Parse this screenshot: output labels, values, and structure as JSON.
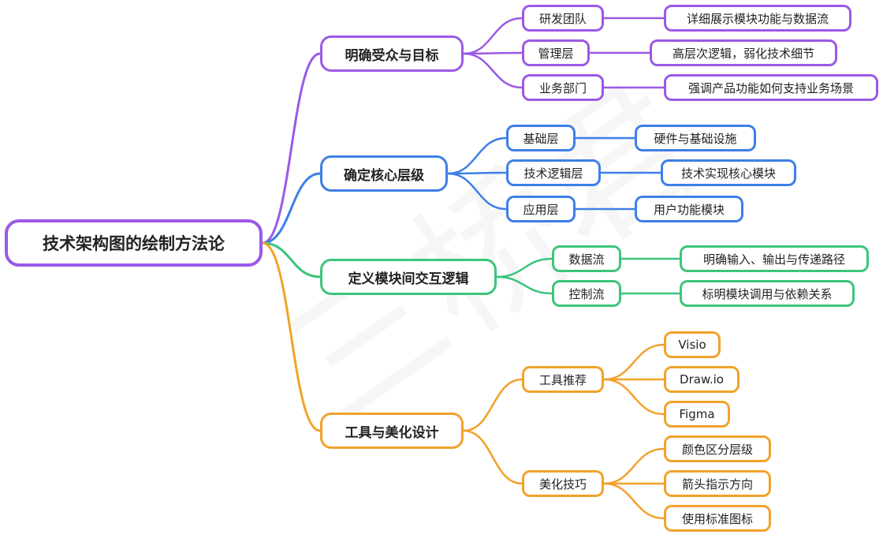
{
  "colors": {
    "root": "#9b59e6",
    "b1": "#9b59e6",
    "b2": "#3d7fe6",
    "b3": "#3cc47c",
    "b4": "#f2a22b"
  },
  "root": "技术架构图的绘制方法论",
  "branches": [
    {
      "label": "明确受众与目标",
      "children": [
        {
          "label": "研发团队",
          "children": [
            "详细展示模块功能与数据流"
          ]
        },
        {
          "label": "管理层",
          "children": [
            "高层次逻辑，弱化技术细节"
          ]
        },
        {
          "label": "业务部门",
          "children": [
            "强调产品功能如何支持业务场景"
          ]
        }
      ]
    },
    {
      "label": "确定核心层级",
      "children": [
        {
          "label": "基础层",
          "children": [
            "硬件与基础设施"
          ]
        },
        {
          "label": "技术逻辑层",
          "children": [
            "技术实现核心模块"
          ]
        },
        {
          "label": "应用层",
          "children": [
            "用户功能模块"
          ]
        }
      ]
    },
    {
      "label": "定义模块间交互逻辑",
      "children": [
        {
          "label": "数据流",
          "children": [
            "明确输入、输出与传递路径"
          ]
        },
        {
          "label": "控制流",
          "children": [
            "标明模块调用与依赖关系"
          ]
        }
      ]
    },
    {
      "label": "工具与美化设计",
      "children": [
        {
          "label": "工具推荐",
          "children": [
            "Visio",
            "Draw.io",
            "Figma"
          ]
        },
        {
          "label": "美化技巧",
          "children": [
            "颜色区分层级",
            "箭头指示方向",
            "使用标准图标"
          ]
        }
      ]
    }
  ]
}
